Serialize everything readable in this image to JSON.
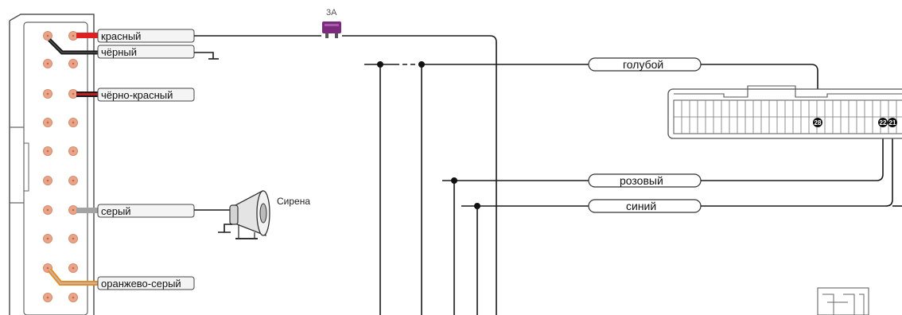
{
  "fuse": {
    "label": "3А",
    "color": "#7b2a7e"
  },
  "left_wires": [
    {
      "label": "красный",
      "color": "#e02020"
    },
    {
      "label": "чёрный",
      "color": "#1a1a1a"
    },
    {
      "label": "чёрно-красный",
      "color": "#b01818"
    },
    {
      "label": "серый",
      "color": "#9a9a9a"
    },
    {
      "label": "оранжево-серый",
      "color": "#f08a1c"
    }
  ],
  "siren": {
    "label": "Сирена"
  },
  "right_wires": [
    {
      "label": "голубой"
    },
    {
      "label": "розовый"
    },
    {
      "label": "синий"
    }
  ],
  "pins": [
    {
      "label": "28"
    },
    {
      "label": "22"
    },
    {
      "label": "21"
    }
  ]
}
